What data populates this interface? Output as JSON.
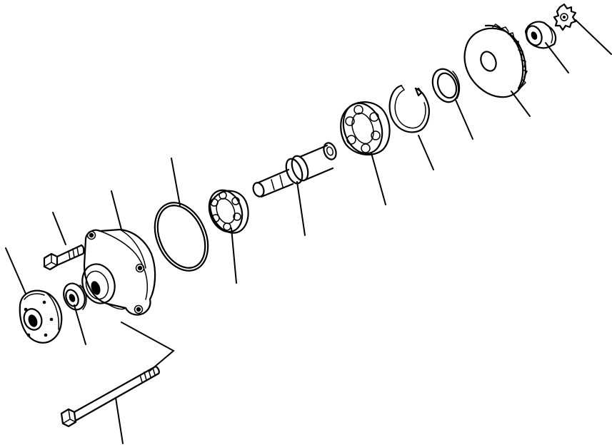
{
  "diagram": {
    "parts": [
      "flange",
      "oil-seal",
      "bolt",
      "housing",
      "long-bolt",
      "o-ring",
      "bearing",
      "shaft",
      "bearing",
      "snap-ring",
      "seal-ring",
      "gear",
      "collar",
      "coupling"
    ],
    "ink_color": "#000000",
    "background_color": "#ffffff"
  }
}
